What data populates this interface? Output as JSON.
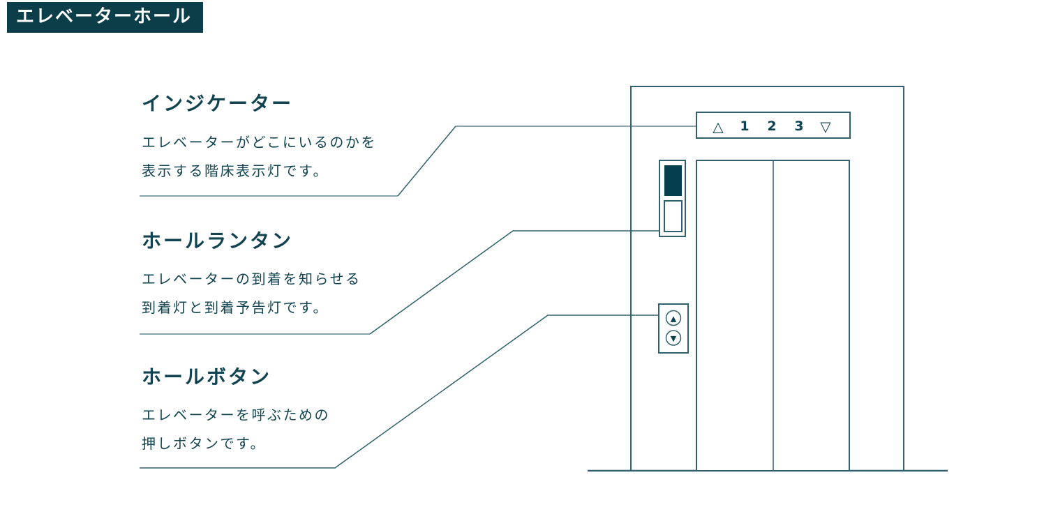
{
  "page": {
    "title": "エレベーターホール"
  },
  "colors": {
    "badge_background": "#0c3e4a",
    "text_primary": "#114450",
    "line_dark": "#30606b",
    "line_light": "#87a3ab",
    "lamp_fill": "#053f4d",
    "background": "#ffffff"
  },
  "sections": [
    {
      "heading": "インジケーター",
      "description": "エレベーターがどこにいるのかを\n表示する階床表示灯です。"
    },
    {
      "heading": "ホールランタン",
      "description": "エレベーターの到着を知らせる\n到着灯と到着予告灯です。"
    },
    {
      "heading": "ホールボタン",
      "description": "エレベーターを呼ぶための\n押しボタンです。"
    }
  ],
  "diagram": {
    "indicator_panel": {
      "up_symbol": "△",
      "floor_labels": [
        "1",
        "2",
        "3"
      ],
      "down_symbol": "▽"
    },
    "hall_buttons": {
      "up_icon": "▲",
      "down_icon": "▼"
    }
  }
}
